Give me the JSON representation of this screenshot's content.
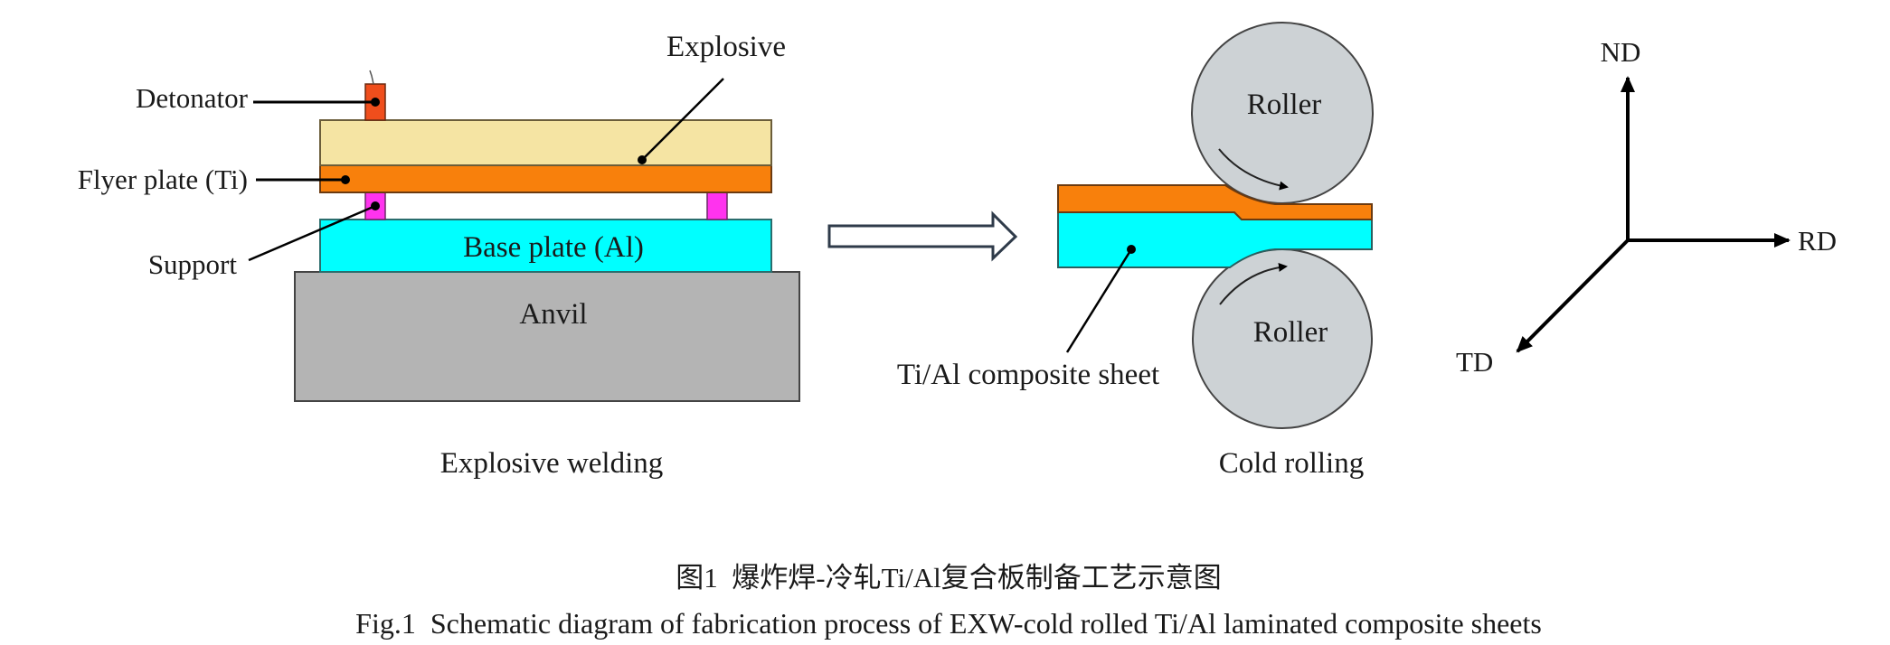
{
  "explosive_welding": {
    "labels": {
      "explosive": "Explosive",
      "detonator": "Detonator",
      "flyer_plate": "Flyer plate (Ti)",
      "support": "Support",
      "base_plate": "Base plate (Al)",
      "anvil": "Anvil"
    },
    "caption": "Explosive welding"
  },
  "cold_rolling": {
    "labels": {
      "roller_top": "Roller",
      "roller_bottom": "Roller",
      "sheet": "Ti/Al composite sheet"
    },
    "caption": "Cold rolling"
  },
  "axes": {
    "nd": "ND",
    "rd": "RD",
    "td": "TD"
  },
  "figure": {
    "caption_cn": "图1  爆炸焊-冷轧Ti/Al复合板制备工艺示意图",
    "caption_en": "Fig.1  Schematic diagram of fabrication process of EXW-cold rolled Ti/Al laminated composite sheets"
  },
  "colors": {
    "explosive": "#F5E4A3",
    "flyer_ti": "#F8800C",
    "base_al": "#00FFFF",
    "anvil": "#B4B4B4",
    "support": "#FF33EE",
    "detonator": "#F04E1C",
    "roller": "#CDD2D5"
  }
}
